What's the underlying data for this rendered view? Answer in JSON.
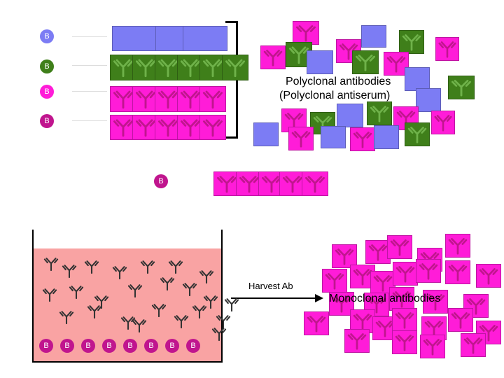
{
  "cell_letter": "B",
  "labels": {
    "polyclonal_line1": "Polyclonal antibodies",
    "polyclonal_line2": "(Polyclonal antiserum)",
    "harvest": "Harvest Ab",
    "monoclonal": "Monoclonal antibodies"
  },
  "colors": {
    "blue": "#7c7cf4",
    "green": "#3f7f1a",
    "pink": "#ff1cd8",
    "magenta_cell": "#c0158e",
    "medium": "#f9a3a3"
  }
}
